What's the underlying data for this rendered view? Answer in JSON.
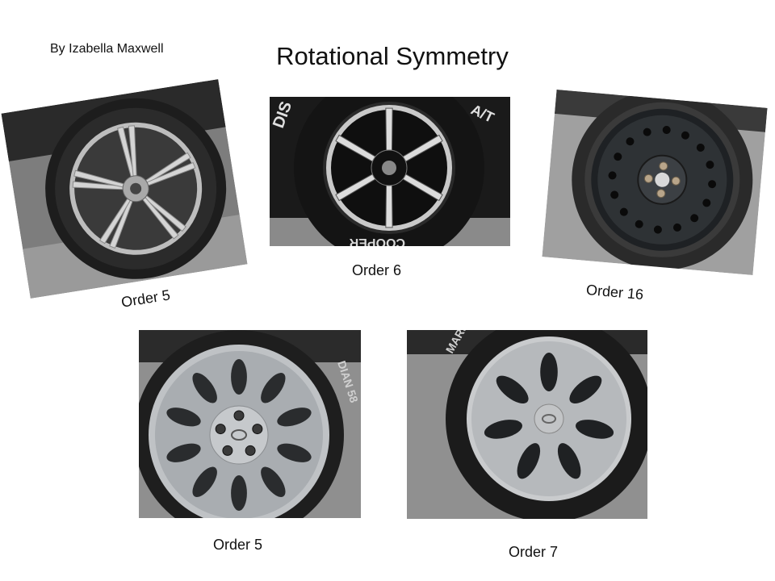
{
  "header": {
    "author": "By Izabella Maxwell",
    "title": "Rotational Symmetry"
  },
  "photos": [
    {
      "caption": "Order 5",
      "wheel": "alloy-5-split-spoke",
      "order": 5
    },
    {
      "caption": "Order 6",
      "wheel": "alloy-6-split-spoke",
      "order": 6
    },
    {
      "caption": "Order 16",
      "wheel": "steel-16-hole",
      "order": 16
    },
    {
      "caption": "Order 5",
      "wheel": "hubcap-5-twin-spoke",
      "order": 5
    },
    {
      "caption": "Order 7",
      "wheel": "hubcap-7-spoke",
      "order": 7
    }
  ],
  "tire_text": {
    "photo2_top": "DIS",
    "photo2_right": "A/T",
    "photo2_bottom": "COOPER",
    "photo4_side": "DIAN 58",
    "photo5_side": "MARSHAL"
  },
  "colors": {
    "tire": "#1c1c1c",
    "asphalt": "#8e8e8e",
    "silver": "#c8c8c8",
    "steel": "#2a2d30"
  }
}
